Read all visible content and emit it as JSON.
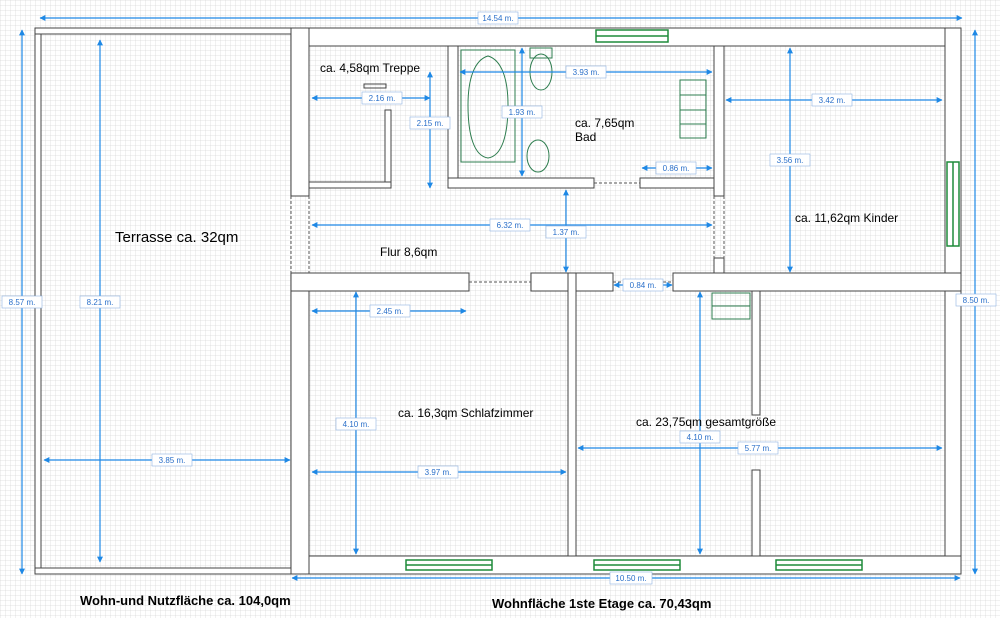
{
  "colors": {
    "background": "#ffffff",
    "grid_line": "#c8c8c8",
    "wall_fill": "#ffffff",
    "wall_stroke": "#444444",
    "dimension": "#1e88e5",
    "dimension_text": "#2a6fc9",
    "window": "#1f8b3a",
    "fixture": "#2e7d4f"
  },
  "rooms": {
    "terrasse": "Terrasse ca. 32qm",
    "treppe": "ca. 4,58qm Treppe",
    "bad_area": "ca. 7,65qm",
    "bad_name": "Bad",
    "kinder": "ca. 11,62qm Kinder",
    "flur": "Flur 8,6qm",
    "schlafzimmer": "ca. 16,3qm Schlafzimmer",
    "gesamt": "ca. 23,75qm gesamtgröße"
  },
  "dimensions": {
    "total_width": "14.54 m.",
    "total_height_left": "8.57 m.",
    "total_height_right": "8.50 m.",
    "terrasse_height": "8.21 m.",
    "terrasse_width": "3.85 m.",
    "treppe_width": "2.16 m.",
    "treppe_height": "2.15 m.",
    "bad_width": "3.93 m.",
    "bad_height": "1.93 m.",
    "bad_door": "0.86 m.",
    "kinder_width": "3.42 m.",
    "kinder_height": "3.56 m.",
    "flur_width": "6.32 m.",
    "flur_height": "1.37 m.",
    "living_door": "0.84 m.",
    "schlaf_top_width": "2.45 m.",
    "schlaf_height": "4.10 m.",
    "schlaf_width": "3.97 m.",
    "gesamt_height": "4.10 m.",
    "gesamt_width": "5.77 m.",
    "bottom_width": "10.50 m."
  },
  "captions": {
    "wohn_nutz": "Wohn-und Nutzfläche ca. 104,0qm",
    "wohnflaeche": "Wohnfläche 1ste Etage ca. 70,43qm"
  }
}
